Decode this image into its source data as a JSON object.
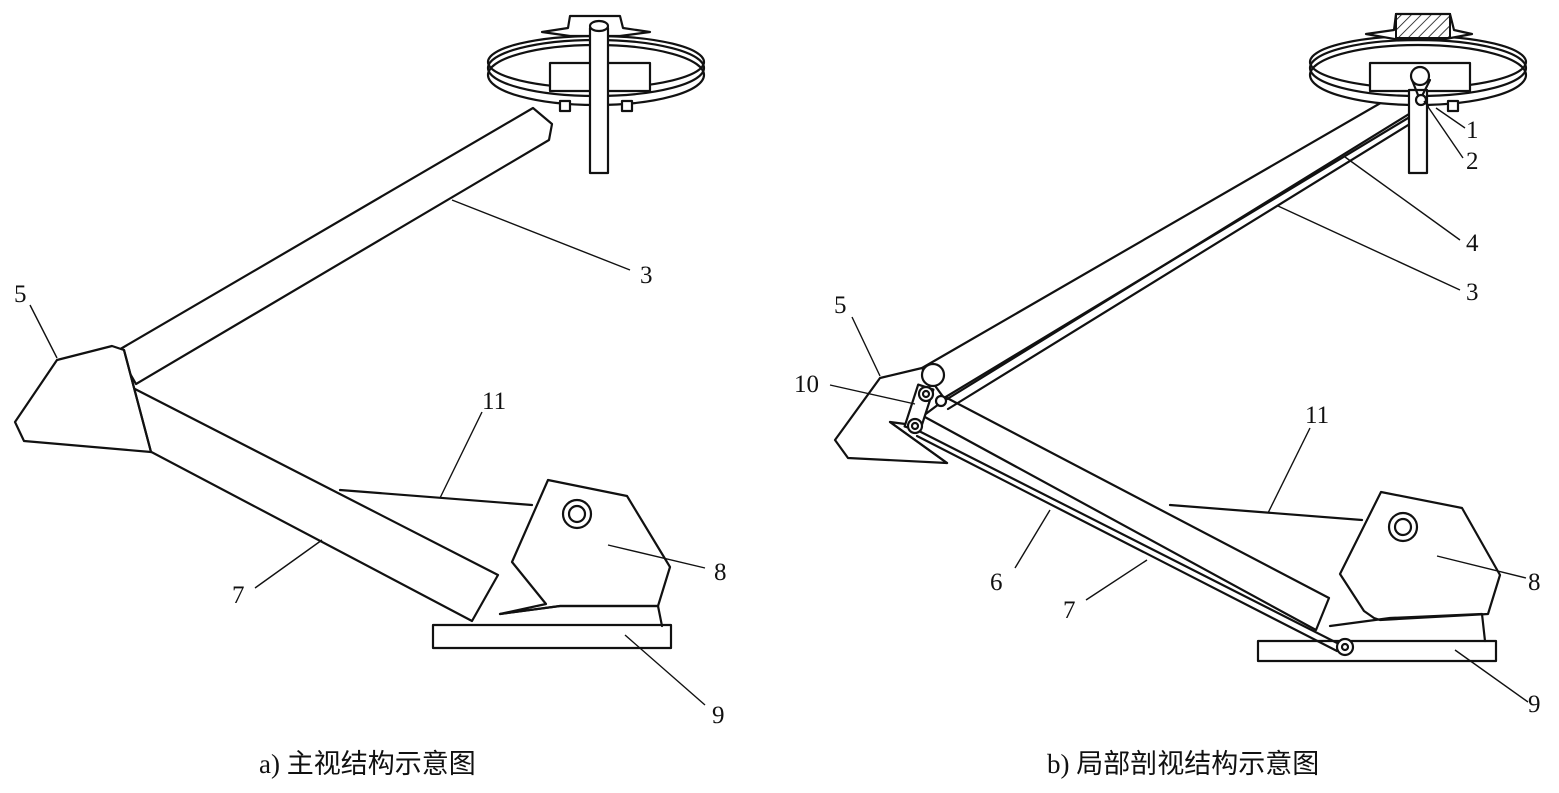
{
  "figure_a": {
    "caption": "a) 主视结构示意图",
    "labels": {
      "l3": "3",
      "l5": "5",
      "l7": "7",
      "l8": "8",
      "l9": "9",
      "l11": "11"
    }
  },
  "figure_b": {
    "caption": "b) 局部剖视结构示意图",
    "labels": {
      "l1": "1",
      "l2": "2",
      "l3": "3",
      "l4": "4",
      "l5": "5",
      "l6": "6",
      "l7": "7",
      "l8": "8",
      "l9": "9",
      "l10": "10",
      "l11": "11"
    }
  }
}
